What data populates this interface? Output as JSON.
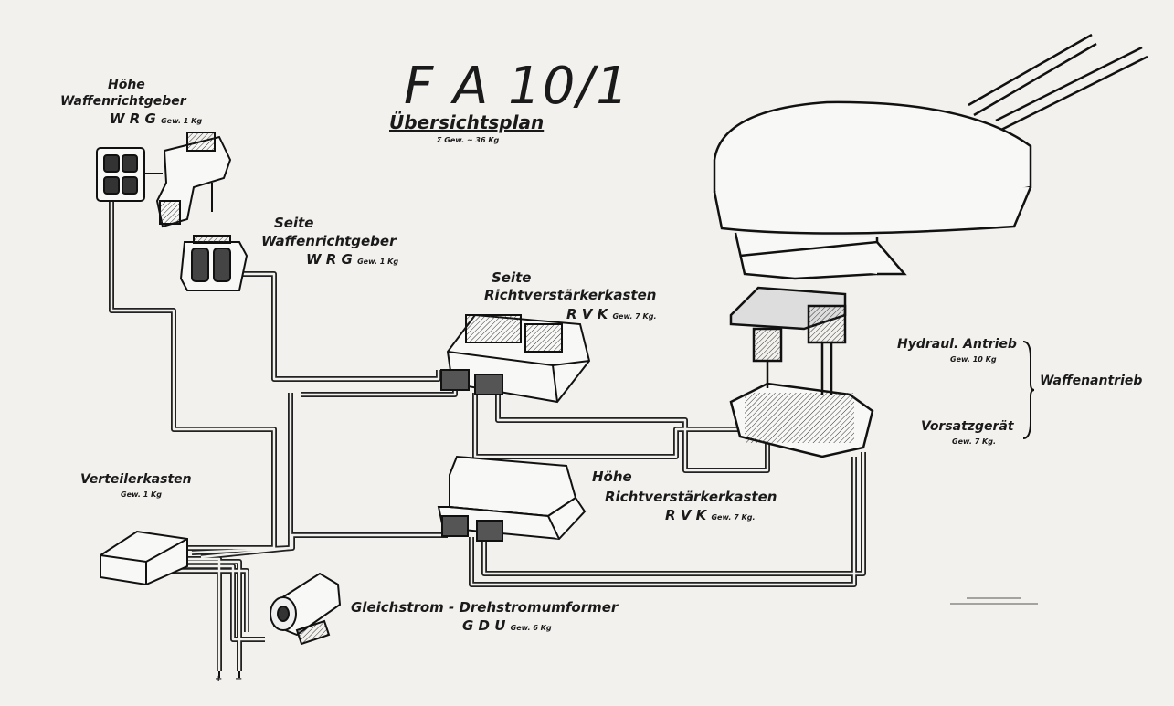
{
  "title": "F A 10/1",
  "subtitle": "Übersichtsplan",
  "total_weight": "Σ Gew. ~ 36 Kg",
  "components": {
    "wrg_hoehe": {
      "line1": "Höhe",
      "line2": "Waffenrichtgeber",
      "abbr": "W R G",
      "weight": "Gew. 1 Kg"
    },
    "wrg_seite": {
      "line1": "Seite",
      "line2": "Waffenrichtgeber",
      "abbr": "W R G",
      "weight": "Gew. 1 Kg"
    },
    "rvk_seite": {
      "line1": "Seite",
      "line2": "Richtverstärkerkasten",
      "abbr": "R V K",
      "weight": "Gew. 7 Kg."
    },
    "rvk_hoehe": {
      "line1": "Höhe",
      "line2": "Richtverstärkerkasten",
      "abbr": "R V K",
      "weight": "Gew. 7 Kg."
    },
    "verteiler": {
      "line1": "Verteilerkasten",
      "weight": "Gew. 1 Kg"
    },
    "gdu": {
      "line1": "Gleichstrom - Drehstromumformer",
      "abbr": "G D U",
      "weight": "Gew. 6 Kg"
    },
    "hydraulik": {
      "line1": "Hydraul. Antrieb",
      "weight": "Gew. 10 Kg"
    },
    "vorsatz": {
      "line1": "Vorsatzgerät",
      "weight": "Gew. 7 Kg."
    },
    "waffenantrieb": {
      "line1": "Waffenantrieb"
    }
  },
  "terminals": {
    "plus": "+",
    "minus": "−"
  }
}
